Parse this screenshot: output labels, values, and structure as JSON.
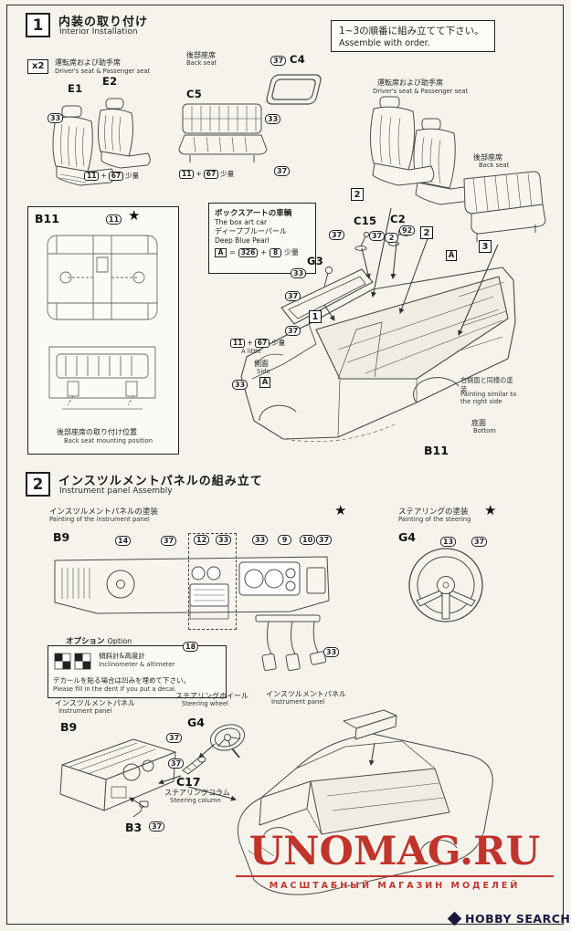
{
  "page": {
    "watermark_title": "UNOMAG.RU",
    "watermark_subtitle": "МАСШТАБНЫЙ МАГАЗИН МОДЕЛЕЙ",
    "footer_brand": "HOBBY SEARCH"
  },
  "step1": {
    "number": "1",
    "title_jp": "内装の取り付け",
    "title_en": "Interior Installation",
    "note_jp": "1~3の順番に組み立てて下さい。",
    "note_en": "Assemble with order.",
    "x2": "x2",
    "front_seats_jp": "運転席および助手席",
    "front_seats_en": "Driver's seat & Passenger seat",
    "e1": "E1",
    "e2": "E2",
    "back_seat_jp": "後部座席",
    "back_seat_en": "Back seat",
    "c5": "C5",
    "c4": "C4",
    "right_seats_jp": "運転席および助手席",
    "right_seats_en": "Driver's seat & Passenger seat",
    "right_back_jp": "後部座席",
    "right_back_en": "Back seat",
    "order": {
      "m1": "1",
      "m2a": "2",
      "m2b": "2",
      "m3": "3"
    },
    "pills": {
      "front_33": "33",
      "bench_33": "33",
      "bench_37": "37",
      "c4_37": "37",
      "c15_37": "37",
      "c2_37": "37",
      "c2_2": "2",
      "c2_92": "92",
      "g3_33": "33",
      "g3_37": "37",
      "body_37": "37",
      "body_33": "33",
      "b11_11": "11"
    },
    "mix_front": {
      "p1": "11",
      "plus": "+",
      "p2": "67",
      "qty": "少量"
    },
    "mix_bench": {
      "p1": "11",
      "plus": "+",
      "p2": "67",
      "qty": "少量"
    },
    "mix_body": {
      "p1": "11",
      "plus": "+",
      "p2": "67",
      "qty": "少量",
      "qty_en": "A little"
    },
    "star": "★",
    "b11": {
      "label": "B11",
      "caption_jp": "後部座席の取り付け位置",
      "caption_en": "Back seat mounting position"
    },
    "boxart": {
      "jp1": "ボックスアートの車輌",
      "en1": "The box art car",
      "jp2": "ディープブルーパール",
      "en2": "Deep Blue Pearl",
      "a": "A",
      "eq": "=",
      "c1": "326",
      "plus": "+",
      "c2": "8",
      "qty": "少量"
    },
    "c15": "C15",
    "c2_part": "C2",
    "g3": "G3",
    "paint_a_left": "A",
    "paint_a_right": "A",
    "side_jp": "側面",
    "side_en": "Side",
    "right_paint_jp": "右側面と同様の塗装",
    "right_paint_en": "Painting similar to the right side",
    "bottom_jp": "底面",
    "bottom_en": "Bottom",
    "b11_body": "B11"
  },
  "step2": {
    "number": "2",
    "title_jp": "インスツルメントパネルの組み立て",
    "title_en": "Instrument panel Assembly",
    "panel_paint_jp": "インスツルメントパネルの塗装",
    "panel_paint_en": "Painting of the instrument panel",
    "steering_paint_jp": "ステアリングの塗装",
    "steering_paint_en": "Painting of the steering",
    "star": "★",
    "b9": "B9",
    "g4": "G4",
    "pills": {
      "p14": "14",
      "p37a": "37",
      "p12": "12",
      "p33a": "33",
      "p33b": "33",
      "p9": "9",
      "p10": "10",
      "p37b": "37",
      "pedals_33": "33",
      "wheel_13": "13",
      "wheel_37": "37",
      "opt_18": "18",
      "dash_37": "37",
      "col_37": "37",
      "b3_37": "37"
    },
    "option_jp": "オプション",
    "option_en": "Option",
    "incl_jp": "傾斜計&高度計",
    "incl_en": "Inclinometer & altimeter",
    "decal_jp": "デカールを貼る場合は凹みを埋めて下さい。",
    "decal_en": "Please fill in the dent If you put a decal.",
    "ip_jp": "インスツルメントパネル",
    "ip_en": "Instrument panel",
    "b9b": "B9",
    "sw_jp": "ステアリングホイール",
    "sw_en": "Steering wheel",
    "g4b": "G4",
    "c17": "C17",
    "col_jp": "ステアリングコラム",
    "col_en": "Steering column",
    "b3": "B3",
    "ip2_jp": "インスツルメントパネル",
    "ip2_en": "Instrument panel"
  }
}
